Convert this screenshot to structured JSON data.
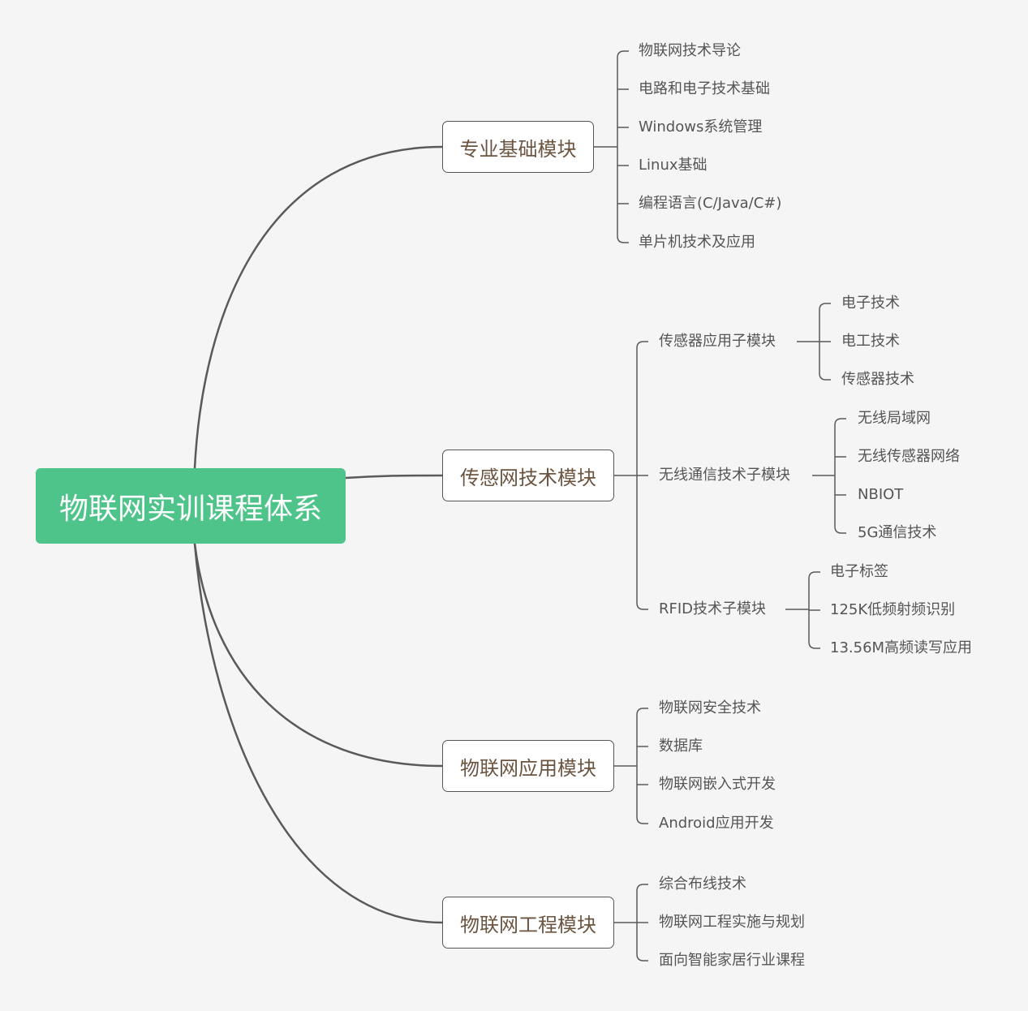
{
  "root": "物联网实训课程体系",
  "modules": [
    {
      "label": "专业基础模块",
      "children": [
        "物联网技术导论",
        "电路和电子技术基础",
        "Windows系统管理",
        "Linux基础",
        "编程语言(C/Java/C#)",
        "单片机技术及应用"
      ]
    },
    {
      "label": "传感网技术模块",
      "submodules": [
        {
          "label": "传感器应用子模块",
          "children": [
            "电子技术",
            "电工技术",
            "传感器技术"
          ]
        },
        {
          "label": "无线通信技术子模块",
          "children": [
            "无线局域网",
            "无线传感器网络",
            "NBIOT",
            "5G通信技术"
          ]
        },
        {
          "label": "RFID技术子模块",
          "children": [
            "电子标签",
            "125K低频射频识别",
            "13.56M高频读写应用"
          ]
        }
      ]
    },
    {
      "label": "物联网应用模块",
      "children": [
        "物联网安全技术",
        "数据库",
        "物联网嵌入式开发",
        "Android应用开发"
      ]
    },
    {
      "label": "物联网工程模块",
      "children": [
        "综合布线技术",
        "物联网工程实施与规划",
        "面向智能家居行业课程"
      ]
    }
  ],
  "colors": {
    "root": "#4fc48a",
    "line": "#5a5a5a",
    "module_text": "#6b5440",
    "leaf_text": "#555555"
  }
}
